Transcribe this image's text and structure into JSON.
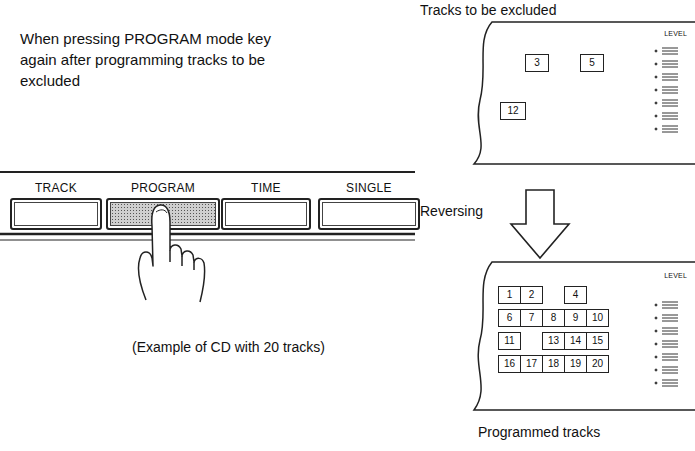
{
  "diagram": {
    "nodes": [
      {
        "text": [
          "LEVEL"
        ]
      },
      {
        "text": [
          "3"
        ],
        "in": 0
      },
      {
        "text": [
          "5"
        ],
        "in": 0
      },
      {
        "text": [
          "12"
        ],
        "in": 0
      },
      {
        "text": [
          "TRACK"
        ]
      },
      {
        "text": [
          "PROGRAM"
        ]
      },
      {
        "text": [
          "TIME"
        ]
      },
      {
        "text": [
          "SINGLE"
        ]
      },
      {
        "text": [
          "LEVEL"
        ]
      },
      {
        "text": [
          "1"
        ],
        "in": 8
      },
      {
        "text": [
          "2"
        ],
        "in": 8
      },
      {
        "text": [
          "4"
        ],
        "in": 8
      },
      {
        "text": [
          "6"
        ],
        "in": 8
      },
      {
        "text": [
          "7"
        ],
        "in": 8
      },
      {
        "text": [
          "8"
        ],
        "in": 8
      },
      {
        "text": [
          "9"
        ],
        "in": 8
      },
      {
        "text": [
          "10"
        ],
        "in": 8
      },
      {
        "text": [
          "11"
        ],
        "in": 8
      },
      {
        "text": [
          "13"
        ],
        "in": 8
      },
      {
        "text": [
          "14"
        ],
        "in": 8
      },
      {
        "text": [
          "15"
        ],
        "in": 8
      },
      {
        "text": [
          "16"
        ],
        "in": 8
      },
      {
        "text": [
          "17"
        ],
        "in": 8
      },
      {
        "text": [
          "18"
        ],
        "in": 8
      },
      {
        "text": [
          "19"
        ],
        "in": 8
      },
      {
        "text": [
          "20"
        ],
        "in": 8
      }
    ],
    "edges": [
      {
        "from": 0,
        "to": 8,
        "label": "Reversing",
        "arrow": "to"
      }
    ],
    "labels": [
      "Tracks to be excluded",
      "When pressing PROGRAM mode key again after programming tracks to be excluded",
      "(Example of CD with 20 tracks)",
      "Programmed tracks"
    ]
  }
}
